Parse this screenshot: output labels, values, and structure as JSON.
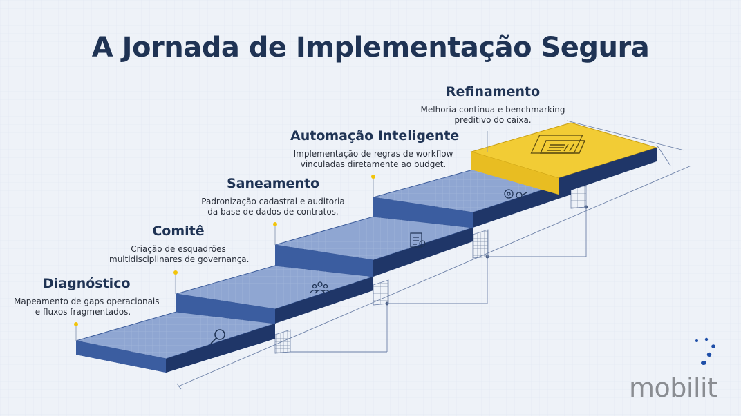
{
  "title": "A Jornada de Implementação Segura",
  "steps": [
    {
      "title": "Diagnóstico",
      "desc": "Mapeamento de gaps operacionais\ne fluxos fragmentados.",
      "icon": "magnifier-icon"
    },
    {
      "title": "Comitê",
      "desc": "Criação de esquadrões\nmultidisciplinares de governança.",
      "icon": "team-icon"
    },
    {
      "title": "Saneamento",
      "desc": "Padronização cadastral e auditoria\nda base de dados de contratos.",
      "icon": "checklist-icon"
    },
    {
      "title": "Automação Inteligente",
      "desc": "Implementação de regras de workflow\nvinculadas diretamente ao budget.",
      "icon": "gears-icon"
    },
    {
      "title": "Refinamento",
      "desc": "Melhoria contínua e benchmarking\npreditivo do caixa.",
      "icon": "document-icon"
    }
  ],
  "logo": {
    "text": "mobilit"
  },
  "colors": {
    "title": "#1f3354",
    "step_top": "#8fa6d2",
    "step_side": "#2f4f8f",
    "step_dark": "#1c2f5c",
    "final_top": "#f2cc35",
    "final_side": "#e0b520",
    "accent_dot": "#f2c40a",
    "logo_blue": "#1f4fa8",
    "logo_gray": "#8a8d92"
  }
}
